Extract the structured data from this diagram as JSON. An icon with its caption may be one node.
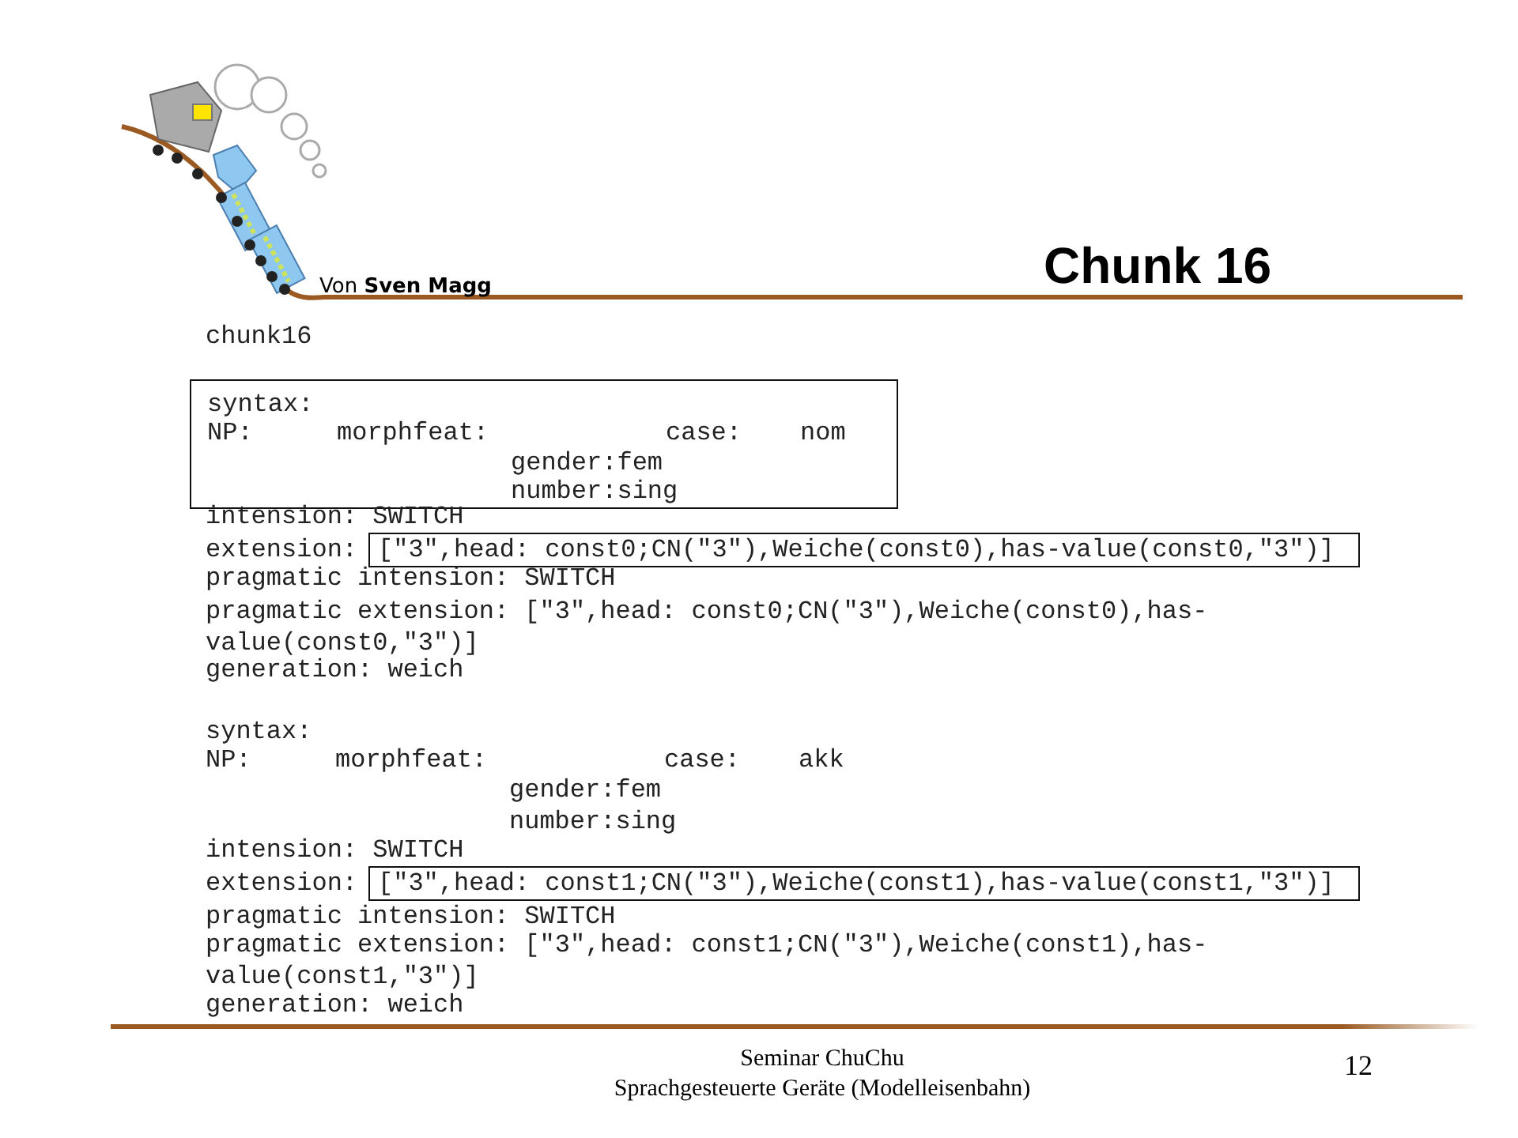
{
  "diagram": {
    "title": "Chunk 16",
    "nodes": [
      {
        "text": [
          "syntax:",
          "NP:",
          "morphfeat:",
          "case:",
          "nom",
          "gender:fem",
          "number:sing"
        ]
      },
      {
        "text": [
          "[\"3\",head: const0;CN(\"3\"),Weiche(const0),has-value(const0,\"3\")]"
        ]
      },
      {
        "text": [
          "[\"3\",head: const1;CN(\"3\"),Weiche(const1),has-value(const1,\"3\")]"
        ]
      }
    ],
    "labels": [
      "Von **Sven Magg**",
      "chunk16",
      "intension: SWITCH",
      "extension:",
      "pragmatic intension: SWITCH",
      "pragmatic extension: [\"3\",head: const0;CN(\"3\"),Weiche(const0),has-value(const0,\"3\")]",
      "generation: weich",
      "syntax:",
      "NP:",
      "morphfeat:",
      "case:",
      "akk",
      "gender:fem",
      "number:sing",
      "intension: SWITCH",
      "extension:",
      "pragmatic intension: SWITCH",
      "pragmatic extension: [\"3\",head: const1;CN(\"3\"),Weiche(const1),has-value(const1,\"3\")]",
      "generation: weich",
      "Seminar ChuChu",
      "Sprachgesteuerte Geräte (Modelleisenbahn)",
      "12"
    ]
  }
}
